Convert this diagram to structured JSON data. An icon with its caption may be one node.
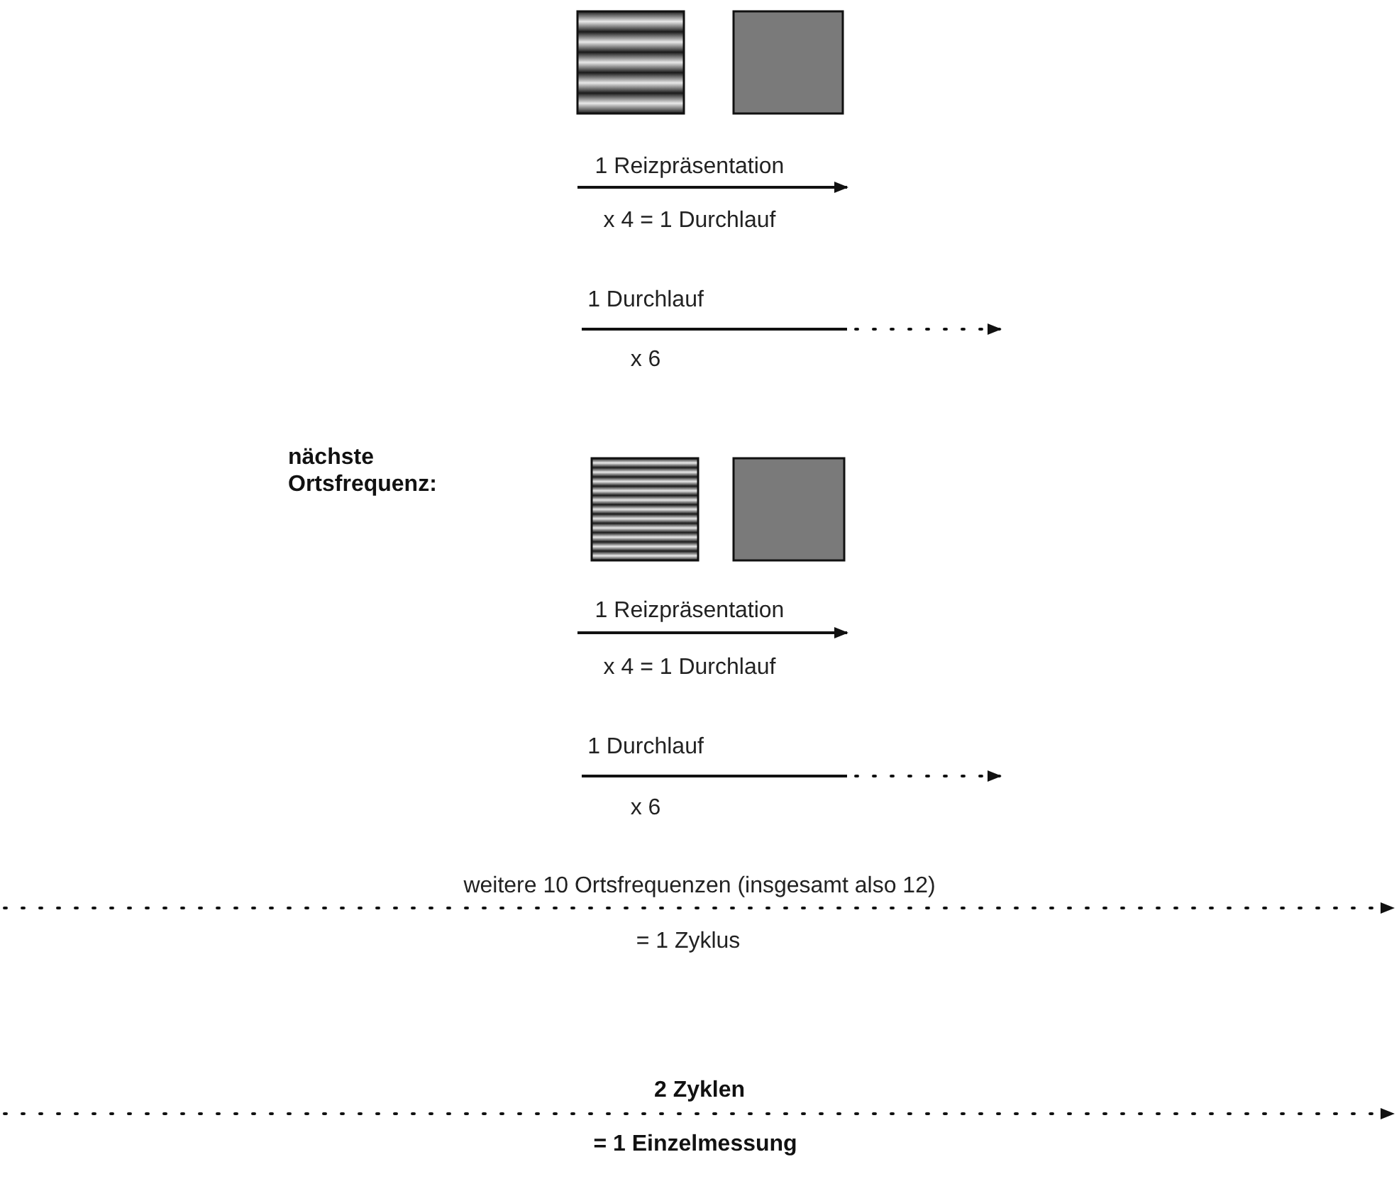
{
  "diagram": {
    "labels": [
      "1 Reizpräsentation",
      "x 4 = 1 Durchlauf",
      "1 Durchlauf",
      "x 6",
      "nächste Ortsfrequenz:",
      "1 Reizpräsentation",
      "x 4 = 1 Durchlauf",
      "1 Durchlauf",
      "x 6",
      "weitere 10 Ortsfrequenzen (insgesamt also 12)",
      "= 1 Zyklus",
      "2 Zyklen",
      "= 1 Einzelmessung"
    ]
  }
}
